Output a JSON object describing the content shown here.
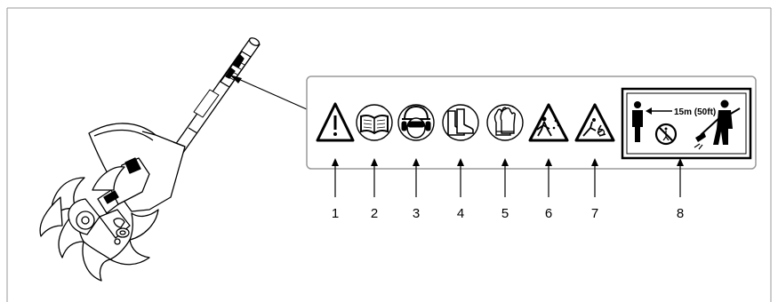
{
  "figure": {
    "subject": "cultivator attachment with safety decal",
    "decal_text": "15m  (50ft)",
    "callouts": [
      {
        "number": "1",
        "symbol": "warning-triangle"
      },
      {
        "number": "2",
        "symbol": "read-manual"
      },
      {
        "number": "3",
        "symbol": "helmet-eye-ear-protection"
      },
      {
        "number": "4",
        "symbol": "safety-boots"
      },
      {
        "number": "5",
        "symbol": "protective-gloves"
      },
      {
        "number": "6",
        "symbol": "thrown-objects-warning"
      },
      {
        "number": "7",
        "symbol": "rotating-tines-warning"
      },
      {
        "number": "8",
        "symbol": "keep-bystanders-15m-away"
      }
    ]
  },
  "colors": {
    "line": "#000000",
    "border": "#9a9a9a",
    "background": "#ffffff"
  }
}
